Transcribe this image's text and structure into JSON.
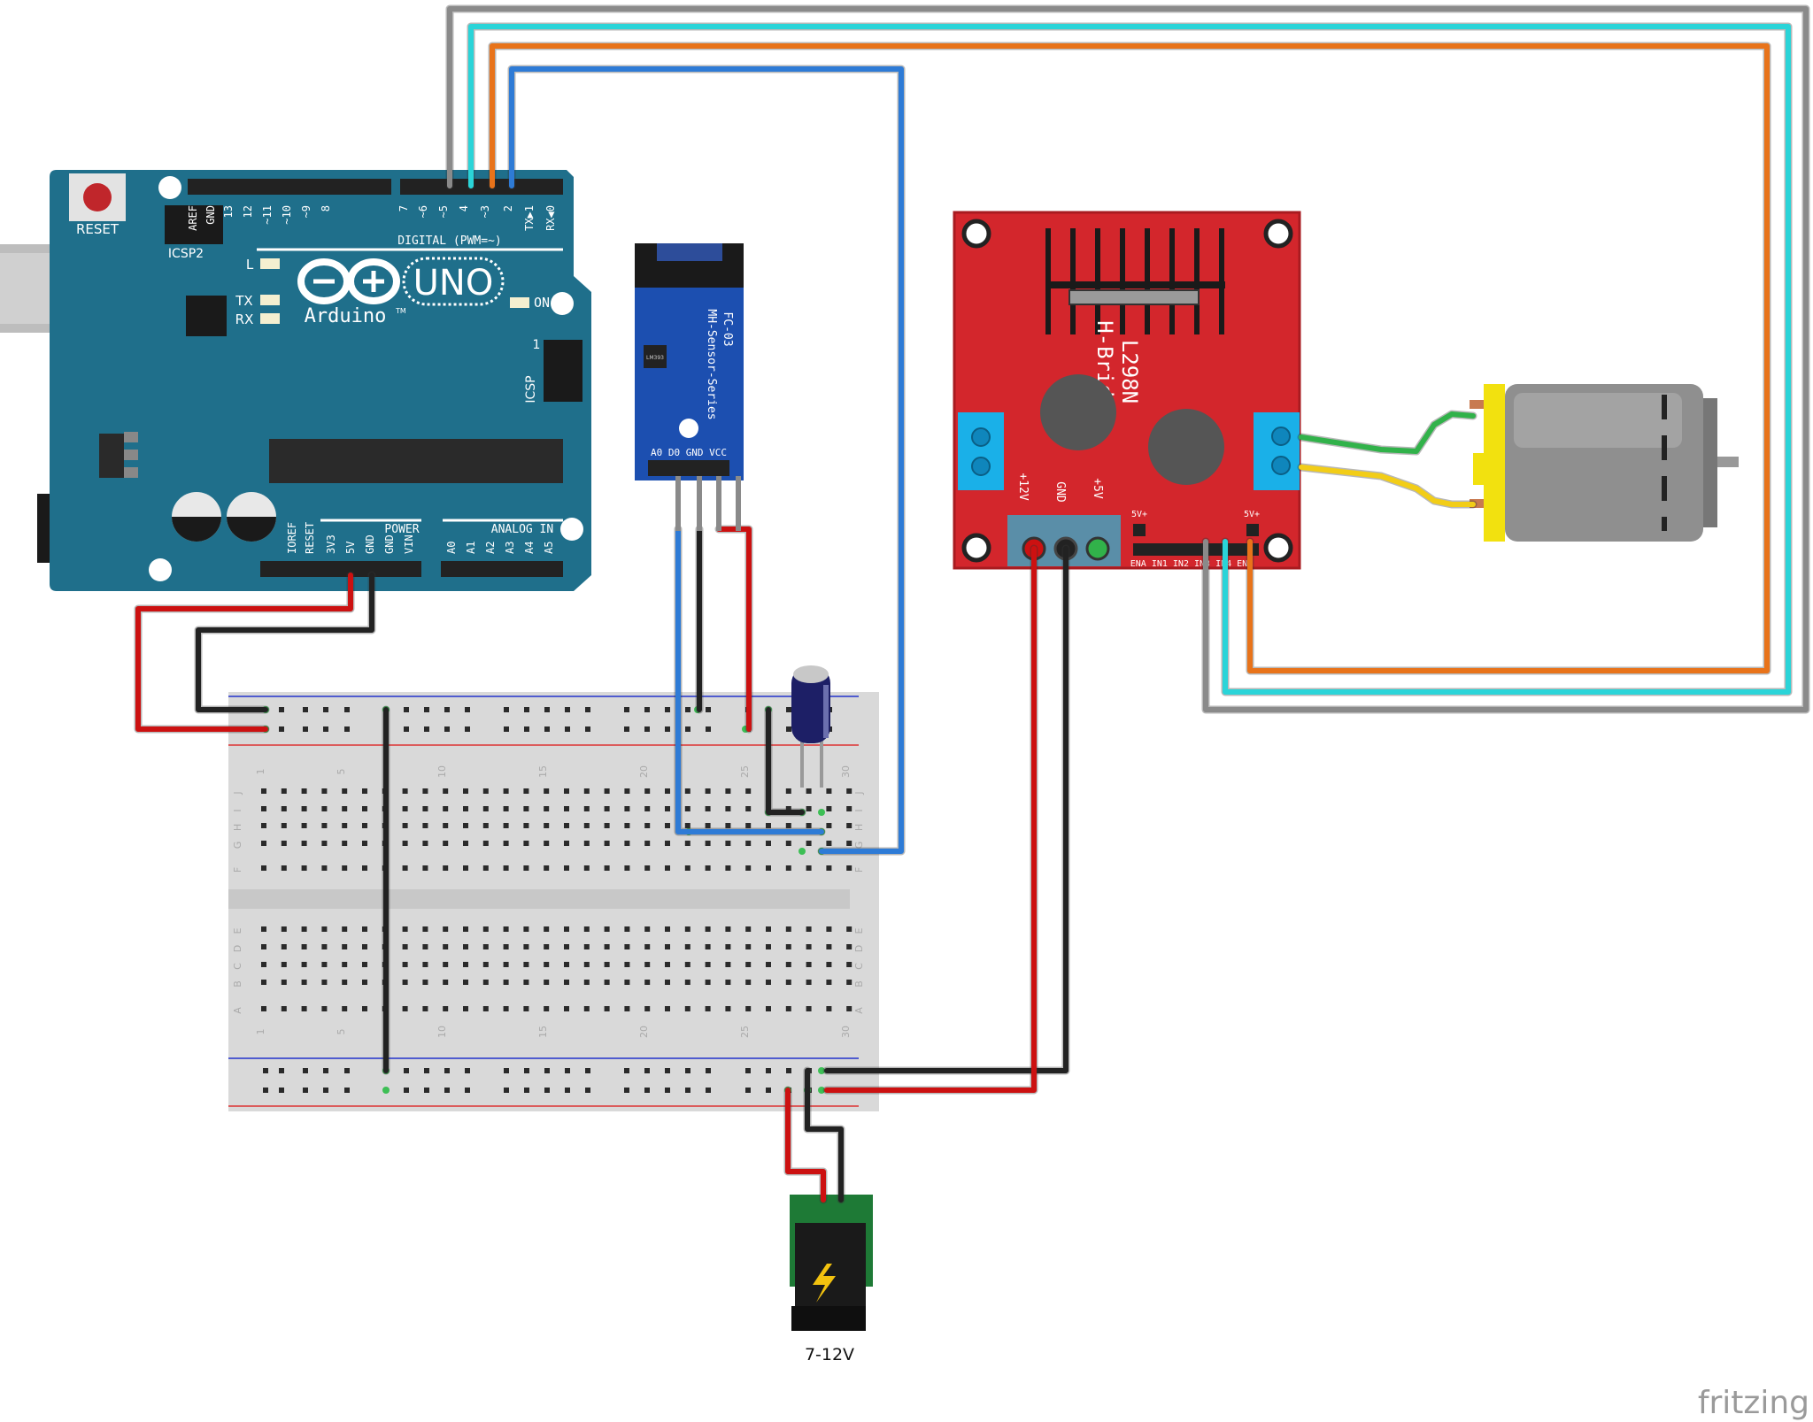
{
  "arduino": {
    "reset_label": "RESET",
    "icsp2_label": "ICSP2",
    "icsp_label": "ICSP",
    "icsp_pin1": "1",
    "brand_label": "Arduino",
    "tm": "TM",
    "model_label": "UNO",
    "led_l": "L",
    "led_tx": "TX",
    "led_rx": "RX",
    "on_label": "ON",
    "digital_label": "DIGITAL (PWM=~)",
    "power_label": "POWER",
    "analog_label": "ANALOG IN",
    "top_pins": [
      "AREF",
      "GND",
      "13",
      "12",
      "~11",
      "~10",
      "~9",
      "8",
      "7",
      "~6",
      "~5",
      "4",
      "~3",
      "2",
      "TX▶1",
      "RX◀0"
    ],
    "power_pins": [
      "IOREF",
      "RESET",
      "3V3",
      "5V",
      "GND",
      "GND",
      "VIN"
    ],
    "analog_pins": [
      "A0",
      "A1",
      "A2",
      "A3",
      "A4",
      "A5"
    ]
  },
  "sensor": {
    "model": "FC-03",
    "series": "MH-Sensor-Series",
    "chip": "LM393",
    "pins": "A0 D0 GND VCC"
  },
  "hbridge": {
    "line1": "L298N",
    "line2": "H-Bridge",
    "v12": "+12V",
    "gnd": "GND",
    "v5": "+5V",
    "v5plus_a": "5V+",
    "v5plus_b": "5V+",
    "pins": "ENA IN1 IN2 IN3 IN4 ENB"
  },
  "breadboard": {
    "col_labels": [
      "1",
      "5",
      "10",
      "15",
      "20",
      "25",
      "30"
    ],
    "rows_top": [
      "J",
      "I",
      "H",
      "G",
      "F"
    ],
    "rows_bottom": [
      "E",
      "D",
      "C",
      "B",
      "A"
    ]
  },
  "power_jack": {
    "label": "7-12V"
  },
  "brand": {
    "watermark": "fritzing"
  },
  "colors": {
    "board_teal": "#1f6f8b",
    "hbridge_red": "#d3262c",
    "sensor_blue": "#1c4fb0",
    "wire_red": "#cc1111",
    "wire_black": "#222222",
    "wire_blue": "#2e7bd6",
    "wire_cyan": "#2ad4d8",
    "wire_orange": "#e8731a",
    "wire_gray": "#8a8a8a",
    "wire_green": "#31b24a",
    "wire_yellow": "#f2cd17"
  }
}
